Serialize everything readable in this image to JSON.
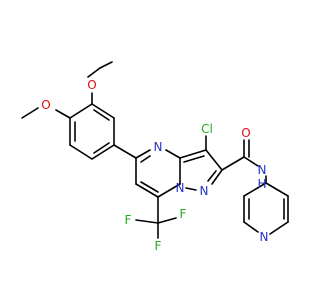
{
  "structure": {
    "atoms": {
      "n_pyrimidine": "N",
      "n_bridge": "N",
      "n_pyrazole": "N",
      "cl": "Cl",
      "o_carbonyl": "O",
      "n_amide": "N",
      "h_amide": "H",
      "n_pyridine": "N",
      "o_methoxy_top": "O",
      "o_methoxy_left": "O",
      "f_left": "F",
      "f_bottom": "F",
      "f_right": "F"
    },
    "colors": {
      "carbon": "#000000",
      "nitrogen": "#2233cc",
      "oxygen": "#dd1111",
      "halogen": "#22aa22"
    }
  }
}
